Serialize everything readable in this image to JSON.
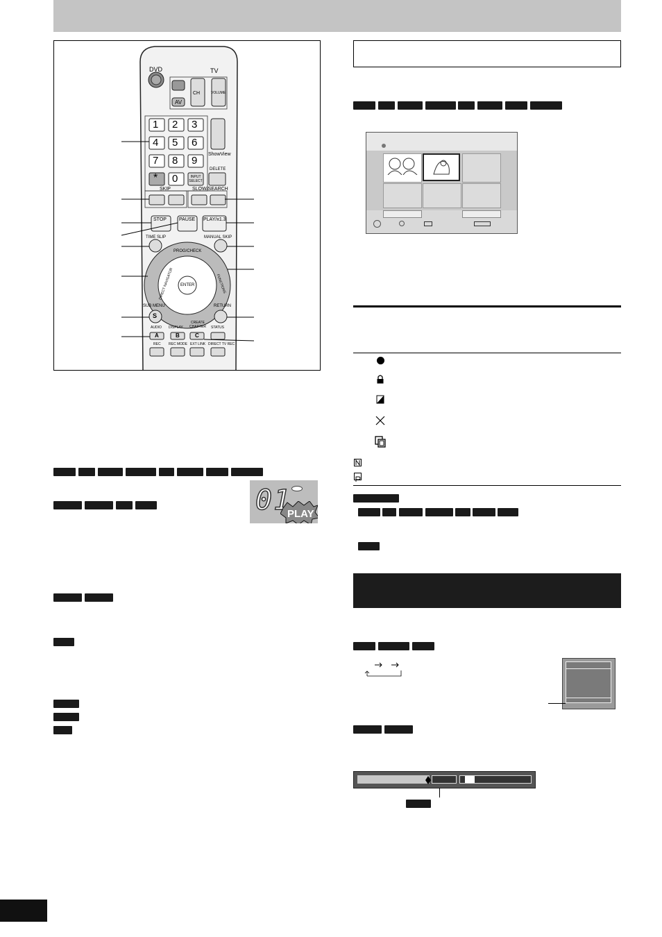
{
  "remote": {
    "dvd": "DVD",
    "tv": "TV",
    "av": "AV",
    "ch": "CH",
    "volume": "VOLUME",
    "keys": [
      "1",
      "2",
      "3",
      "4",
      "5",
      "6",
      "7",
      "8",
      "9",
      "0"
    ],
    "star": "*",
    "input_select": "INPUT SELECT",
    "delete": "DELETE",
    "showview": "ShowView",
    "skip": "SKIP",
    "slow_search": "SLOW/SEARCH",
    "stop": "STOP",
    "pause": "PAUSE",
    "play": "PLAY/x1.3",
    "time_slip": "TIME SLIP",
    "manual_skip": "MANUAL SKIP",
    "prog_check": "PROG/CHECK",
    "direct_navigator": "DIRECT NAVIGATOR",
    "functions": "FUNCTIONS",
    "enter": "ENTER",
    "sub_menu": "SUB MENU",
    "s": "S",
    "return": "RETURN",
    "audio": "AUDIO",
    "a": "A",
    "display": "DISPLAY",
    "b": "B",
    "create_chapter": "CREATE CHAPTER",
    "c": "C",
    "status": "STATUS",
    "rec": "REC",
    "rec_mode": "REC MODE",
    "ext_link": "EXT LINK",
    "direct_tv_rec": "DIRECT TV REC"
  },
  "lcd": {
    "digits": "01",
    "play": "PLAY"
  }
}
